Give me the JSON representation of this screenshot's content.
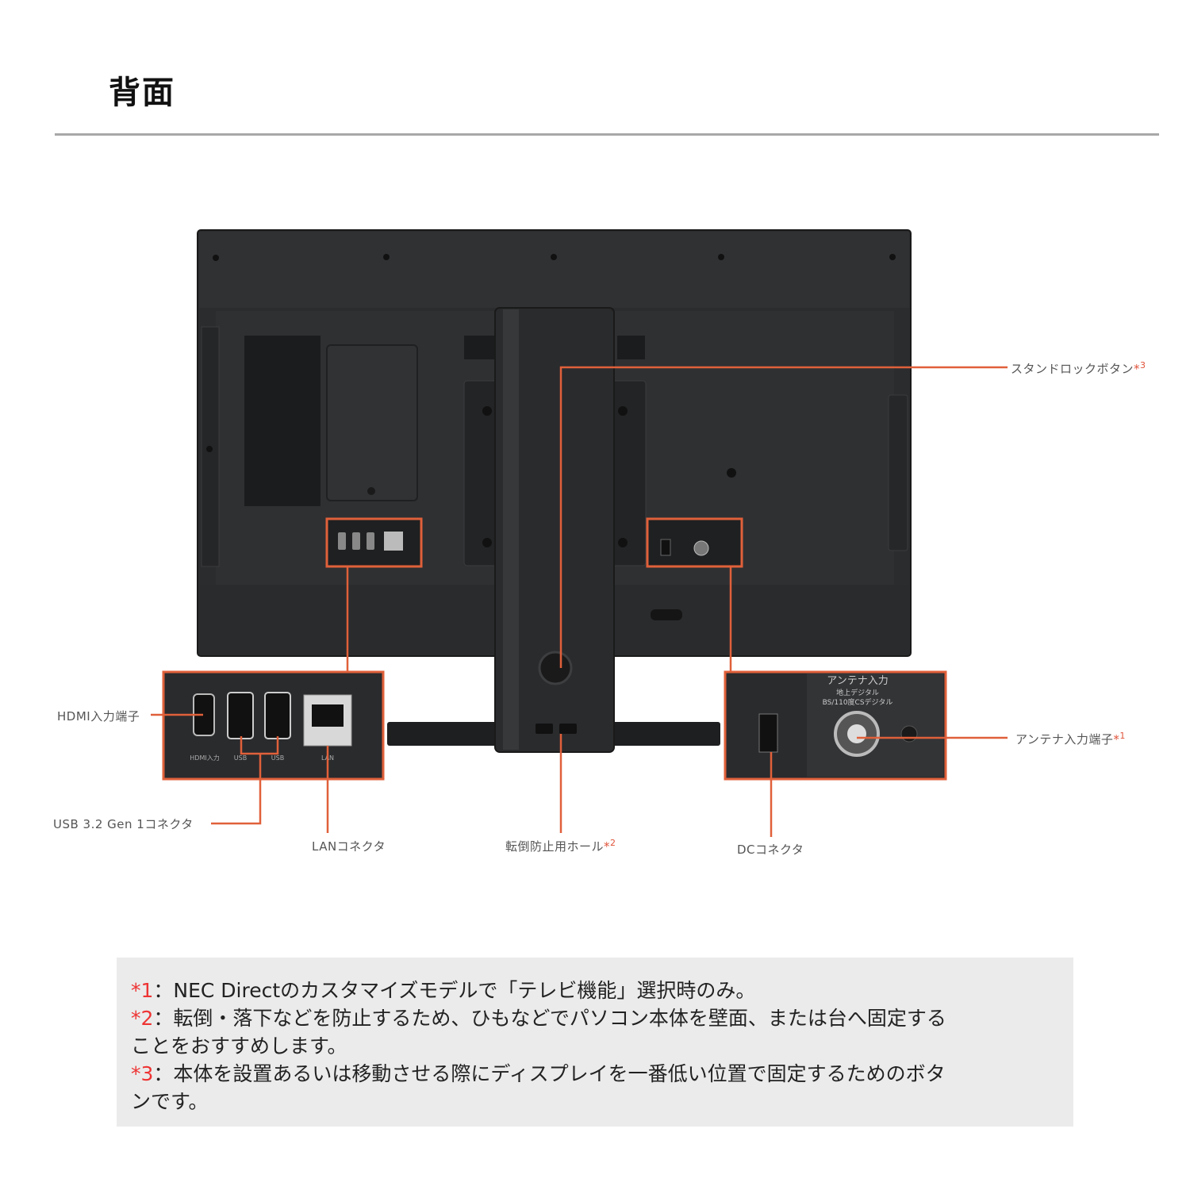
{
  "header": {
    "title": "背面"
  },
  "callouts": {
    "stand_lock": {
      "label": "スタンドロックボタン",
      "mark": "*",
      "num": "3"
    },
    "antenna": {
      "label": "アンテナ入力端子",
      "mark": "*",
      "num": "1"
    },
    "hdmi": {
      "label": "HDMI入力端子"
    },
    "usb": {
      "label": "USB 3.2 Gen 1コネクタ"
    },
    "lan": {
      "label": "LANコネクタ"
    },
    "anti_tip": {
      "label": "転倒防止用ホール",
      "mark": "*",
      "num": "2"
    },
    "dc": {
      "label": "DCコネクタ"
    }
  },
  "port_labels": {
    "antenna_title": "アンテナ入力",
    "antenna_sub1": "地上デジタル",
    "antenna_sub2": "BS/110度CSデジタル",
    "hdmi": "HDMI入力",
    "usb1": "USB",
    "usb2": "USB",
    "lan": "LAN"
  },
  "notes": [
    {
      "mark": "*1",
      "text": "：NEC Directのカスタマイズモデルで「テレビ機能」選択時のみ。"
    },
    {
      "mark": "*2",
      "text": "：転倒・落下などを防止するため、ひもなどでパソコン本体を壁面、または台へ固定する"
    },
    {
      "mark": "",
      "text": "ことをおすすめします。"
    },
    {
      "mark": "*3",
      "text": "：本体を設置あるいは移動させる際にディスプレイを一番低い位置で固定するためのボタ"
    },
    {
      "mark": "",
      "text": "ンです。"
    }
  ],
  "colors": {
    "accent": "#e0603a",
    "device": "#2e2f31",
    "note_mark": "#e33333"
  }
}
